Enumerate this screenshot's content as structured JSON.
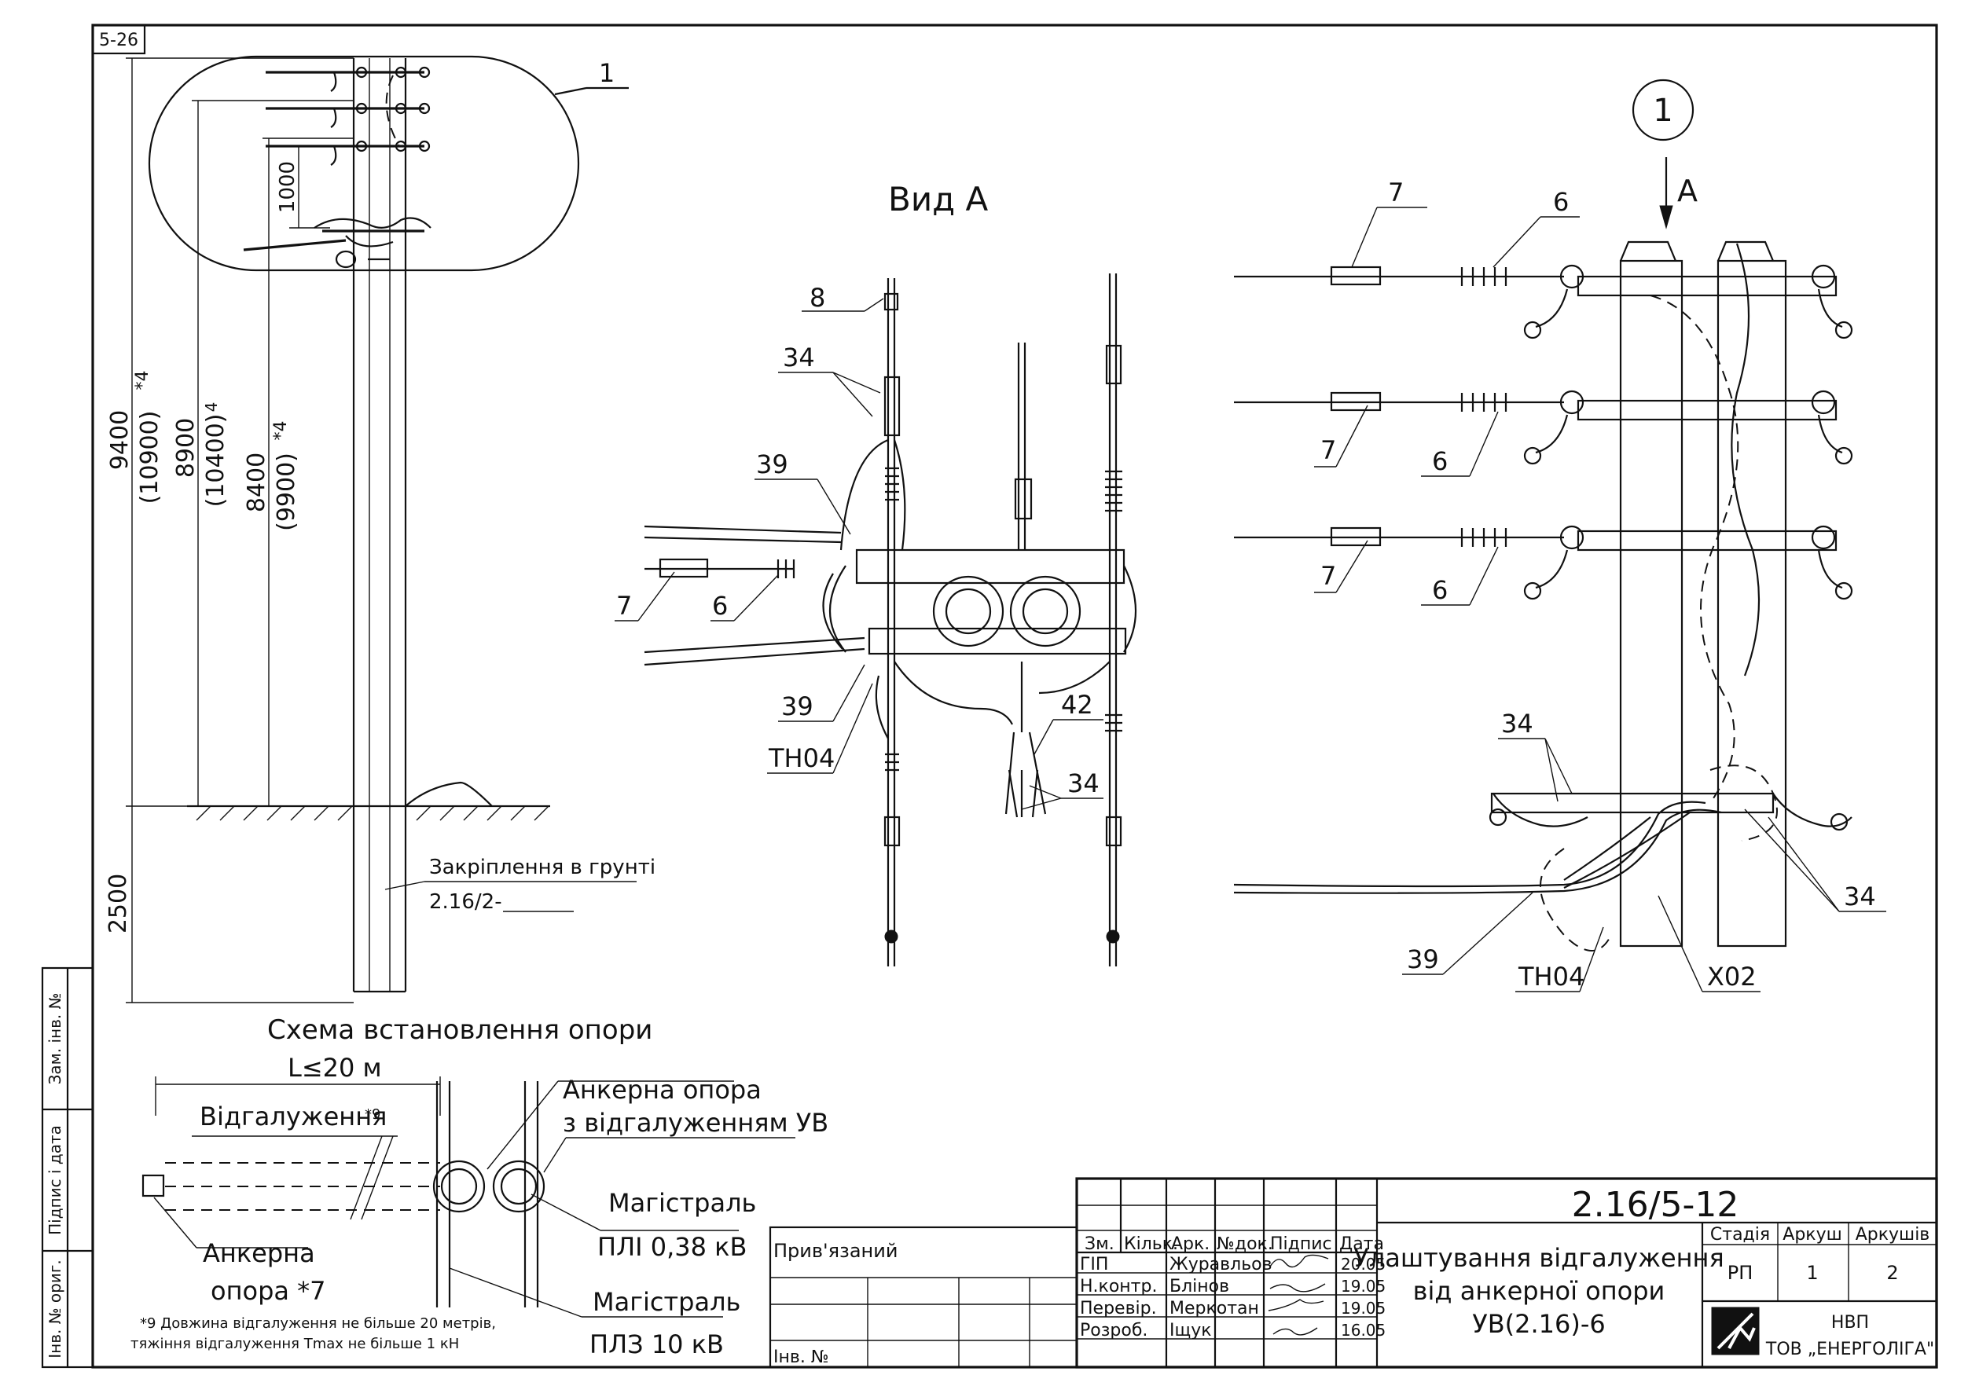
{
  "sheet": {
    "code": "5-26"
  },
  "left_view": {
    "callout": "1",
    "dims": {
      "d1000": "1000",
      "d9400": "9400",
      "d10900": "(10900)",
      "d8900": "8900",
      "d10400": "(10400)",
      "d8400": "8400",
      "d9900": "(9900)",
      "d2500": "2500",
      "note4a": "*4",
      "note4b": "4",
      "note4c": "*4"
    },
    "ground_label": "Закріплення в грунті",
    "ground_ref": "2.16/2-"
  },
  "scheme": {
    "title": "Схема встановлення опори",
    "span": "L≤20 м",
    "branch": "Відгалуження",
    "branch_note": "*9",
    "anchor_branch_1": "Анкерна опора",
    "anchor_branch_2": "з відгалуженням УВ",
    "main038_1": "Магістраль",
    "main038_2": "ПЛІ 0,38 кВ",
    "main10_1": "Магістраль",
    "main10_2": "ПЛЗ 10 кВ",
    "anchor_1": "Анкерна",
    "anchor_2": "опора *7",
    "footnote_1": "*9 Довжина відгалуження не більше 20 метрів,",
    "footnote_2": "тяжіння відгалуження Tmax не більше 1 кН"
  },
  "view_a": {
    "title": "Вид А",
    "labels": [
      "8",
      "34",
      "39",
      "7",
      "6",
      "39",
      "ТН04",
      "42",
      "34"
    ]
  },
  "right_view": {
    "callout": "1",
    "arrow": "A",
    "labels": [
      "7",
      "6",
      "7",
      "6",
      "7",
      "6",
      "34",
      "34",
      "39",
      "ТН04",
      "Х02"
    ]
  },
  "side_stamp": {
    "cells": [
      "Зам. інв. №",
      "Підпис і дата",
      "Інв. № ориг."
    ]
  },
  "title_block": {
    "privyazaniy": "Прив'язаний",
    "inv": "Інв. №",
    "headers": [
      "Зм.",
      "Кільк.",
      "Арк.",
      "№док.",
      "Підпис",
      "Дата"
    ],
    "rows": [
      {
        "role": "ГІП",
        "name": "Журавльов",
        "date": "20.05"
      },
      {
        "role": "Н.контр.",
        "name": "Блінов",
        "date": "19.05"
      },
      {
        "role": "Перевір.",
        "name": "Меркотан",
        "date": "19.05"
      },
      {
        "role": "Розроб.",
        "name": "Іщук",
        "date": "16.05"
      }
    ],
    "code": "2.16/5-12",
    "title_1": "Улаштування відгалуження",
    "title_2": "від анкерної опори",
    "title_3": "УВ(2.16)-6",
    "stage_h": "Стадія",
    "sheet_h": "Аркуш",
    "sheets_h": "Аркушів",
    "stage": "РП",
    "sheet": "1",
    "sheets": "2",
    "org_1": "НВП",
    "org_2": "ТОВ „ЕНЕРГОЛІГА\""
  }
}
